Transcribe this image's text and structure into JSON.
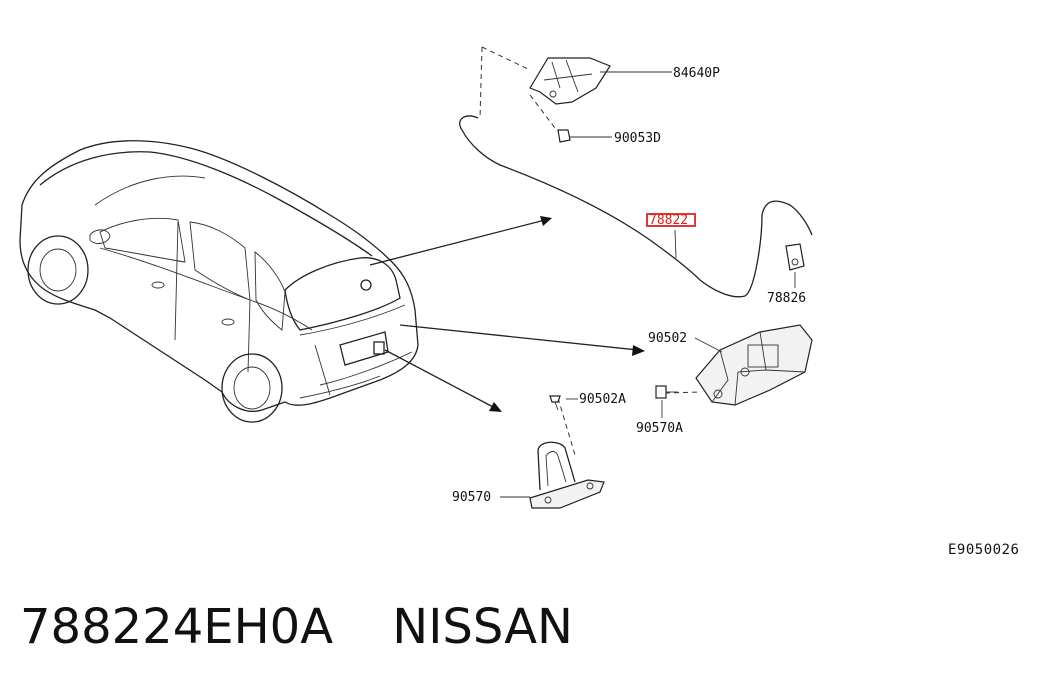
{
  "parts": {
    "p84640P": "84640P",
    "p90053D": "90053D",
    "p78822": "78822",
    "p78826": "78826",
    "p90502": "90502",
    "p90502A": "90502A",
    "p90570A": "90570A",
    "p90570": "90570"
  },
  "highlighted_part": "78822",
  "highlight_color": "#e02020",
  "reference_code": "E9050026",
  "footer": {
    "part_number": "788224EH0A",
    "brand": "NISSAN"
  }
}
